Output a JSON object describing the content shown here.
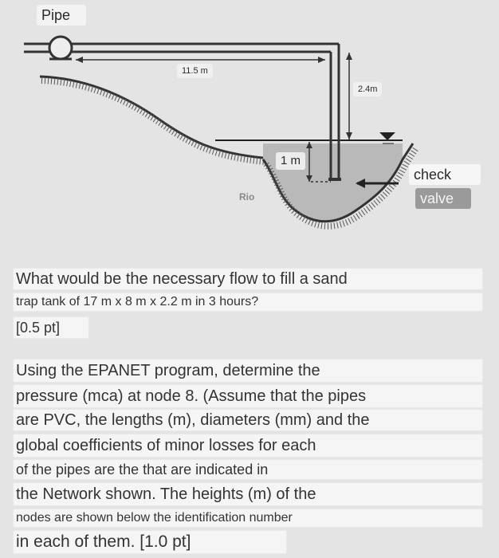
{
  "diagram": {
    "pipe_label": "Pipe",
    "length_label": "11.5 m",
    "height_label": "2.4m",
    "depth_label": "1 m",
    "river_label": "Rio",
    "check_label": "check",
    "valve_label": "valve"
  },
  "question1": {
    "line1": "What would be the necessary flow to fill a sand",
    "line2": "trap tank of 17 m x 8 m x 2.2 m in 3 hours?",
    "points": "[0.5 pt]"
  },
  "question2": {
    "lines": [
      "Using the EPANET program, determine the",
      "pressure (mca) at node 8. (Assume that the pipes",
      "are PVC, the lengths (m), diameters (mm) and the",
      "global coefficients of minor losses for each",
      "of the pipes are the that are indicated in",
      "the Network shown. The heights (m) of the",
      "nodes are shown below the identification number",
      "in each of them. [1.0 pt]"
    ]
  }
}
